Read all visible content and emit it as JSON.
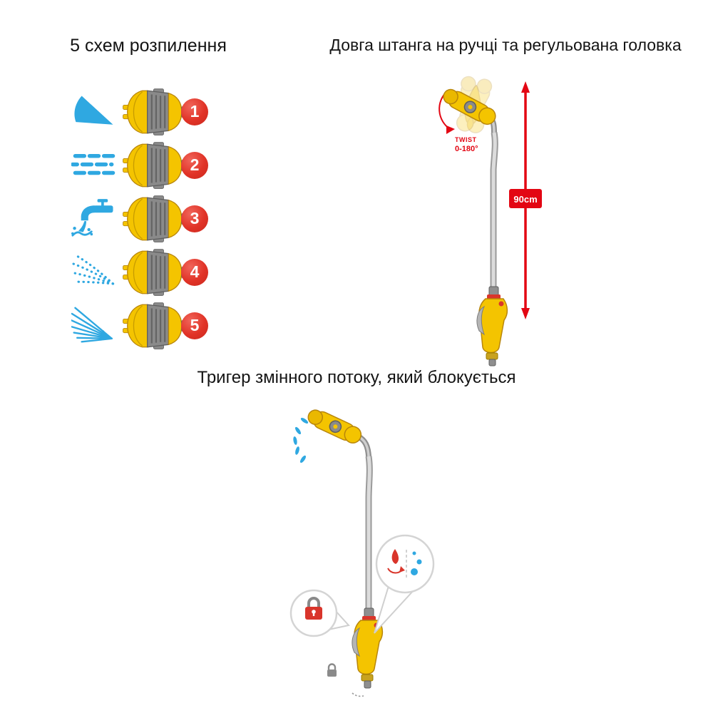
{
  "sections": {
    "spray_patterns": {
      "title": "5 схем розпилення",
      "items": [
        {
          "number": "1",
          "icon": "cone-jet-spray-icon"
        },
        {
          "number": "2",
          "icon": "flat-mist-spray-icon"
        },
        {
          "number": "3",
          "icon": "shower-faucet-spray-icon"
        },
        {
          "number": "4",
          "icon": "fine-mist-spray-icon"
        },
        {
          "number": "5",
          "icon": "fan-spray-icon"
        }
      ]
    },
    "long_wand": {
      "title": "Довга штанга на ручці та регульована головка",
      "twist_label": "TWIST",
      "twist_angle": "0-180°",
      "length_label": "90cm"
    },
    "trigger": {
      "title": "Тригер змінного потоку, який блокується"
    }
  },
  "colors": {
    "accent_red": "#e30613",
    "spray_blue": "#2fa8e1",
    "body_yellow": "#f4c400",
    "metal_gray": "#8a8a8a"
  }
}
